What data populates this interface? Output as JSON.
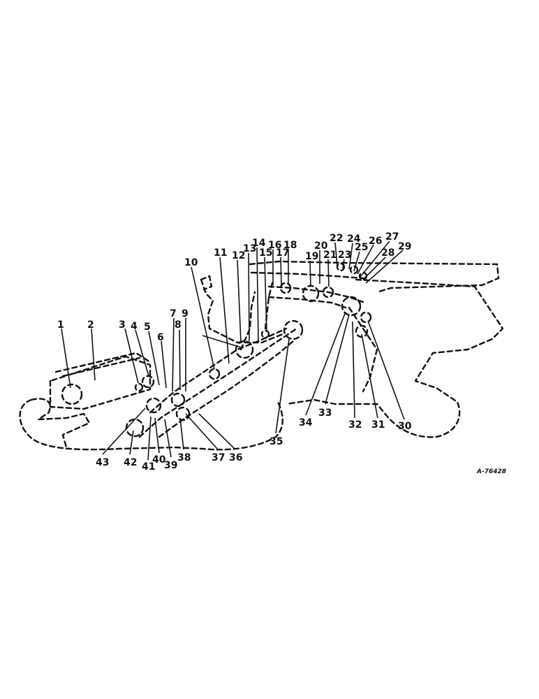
{
  "drawing_number": "A-76428",
  "callouts": {
    "c1": "1",
    "c2": "2",
    "c3": "3",
    "c4": "4",
    "c5": "5",
    "c6": "6",
    "c7": "7",
    "c8": "8",
    "c9": "9",
    "c10": "10",
    "c11": "11",
    "c12": "12",
    "c13": "13",
    "c14": "14",
    "c15": "15",
    "c16": "16",
    "c17": "17",
    "c18": "18",
    "c19": "19",
    "c20": "20",
    "c21": "21",
    "c22": "22",
    "c23": "23",
    "c24": "24",
    "c25": "25",
    "c26": "26",
    "c27": "27",
    "c28": "28",
    "c29": "29",
    "c30": "30",
    "c31": "31",
    "c32": "32",
    "c33": "33",
    "c34": "34",
    "c35": "35",
    "c36": "36",
    "c37": "37",
    "c38": "38",
    "c39": "39",
    "c40": "40",
    "c41": "41",
    "c42": "42",
    "c43": "43"
  }
}
